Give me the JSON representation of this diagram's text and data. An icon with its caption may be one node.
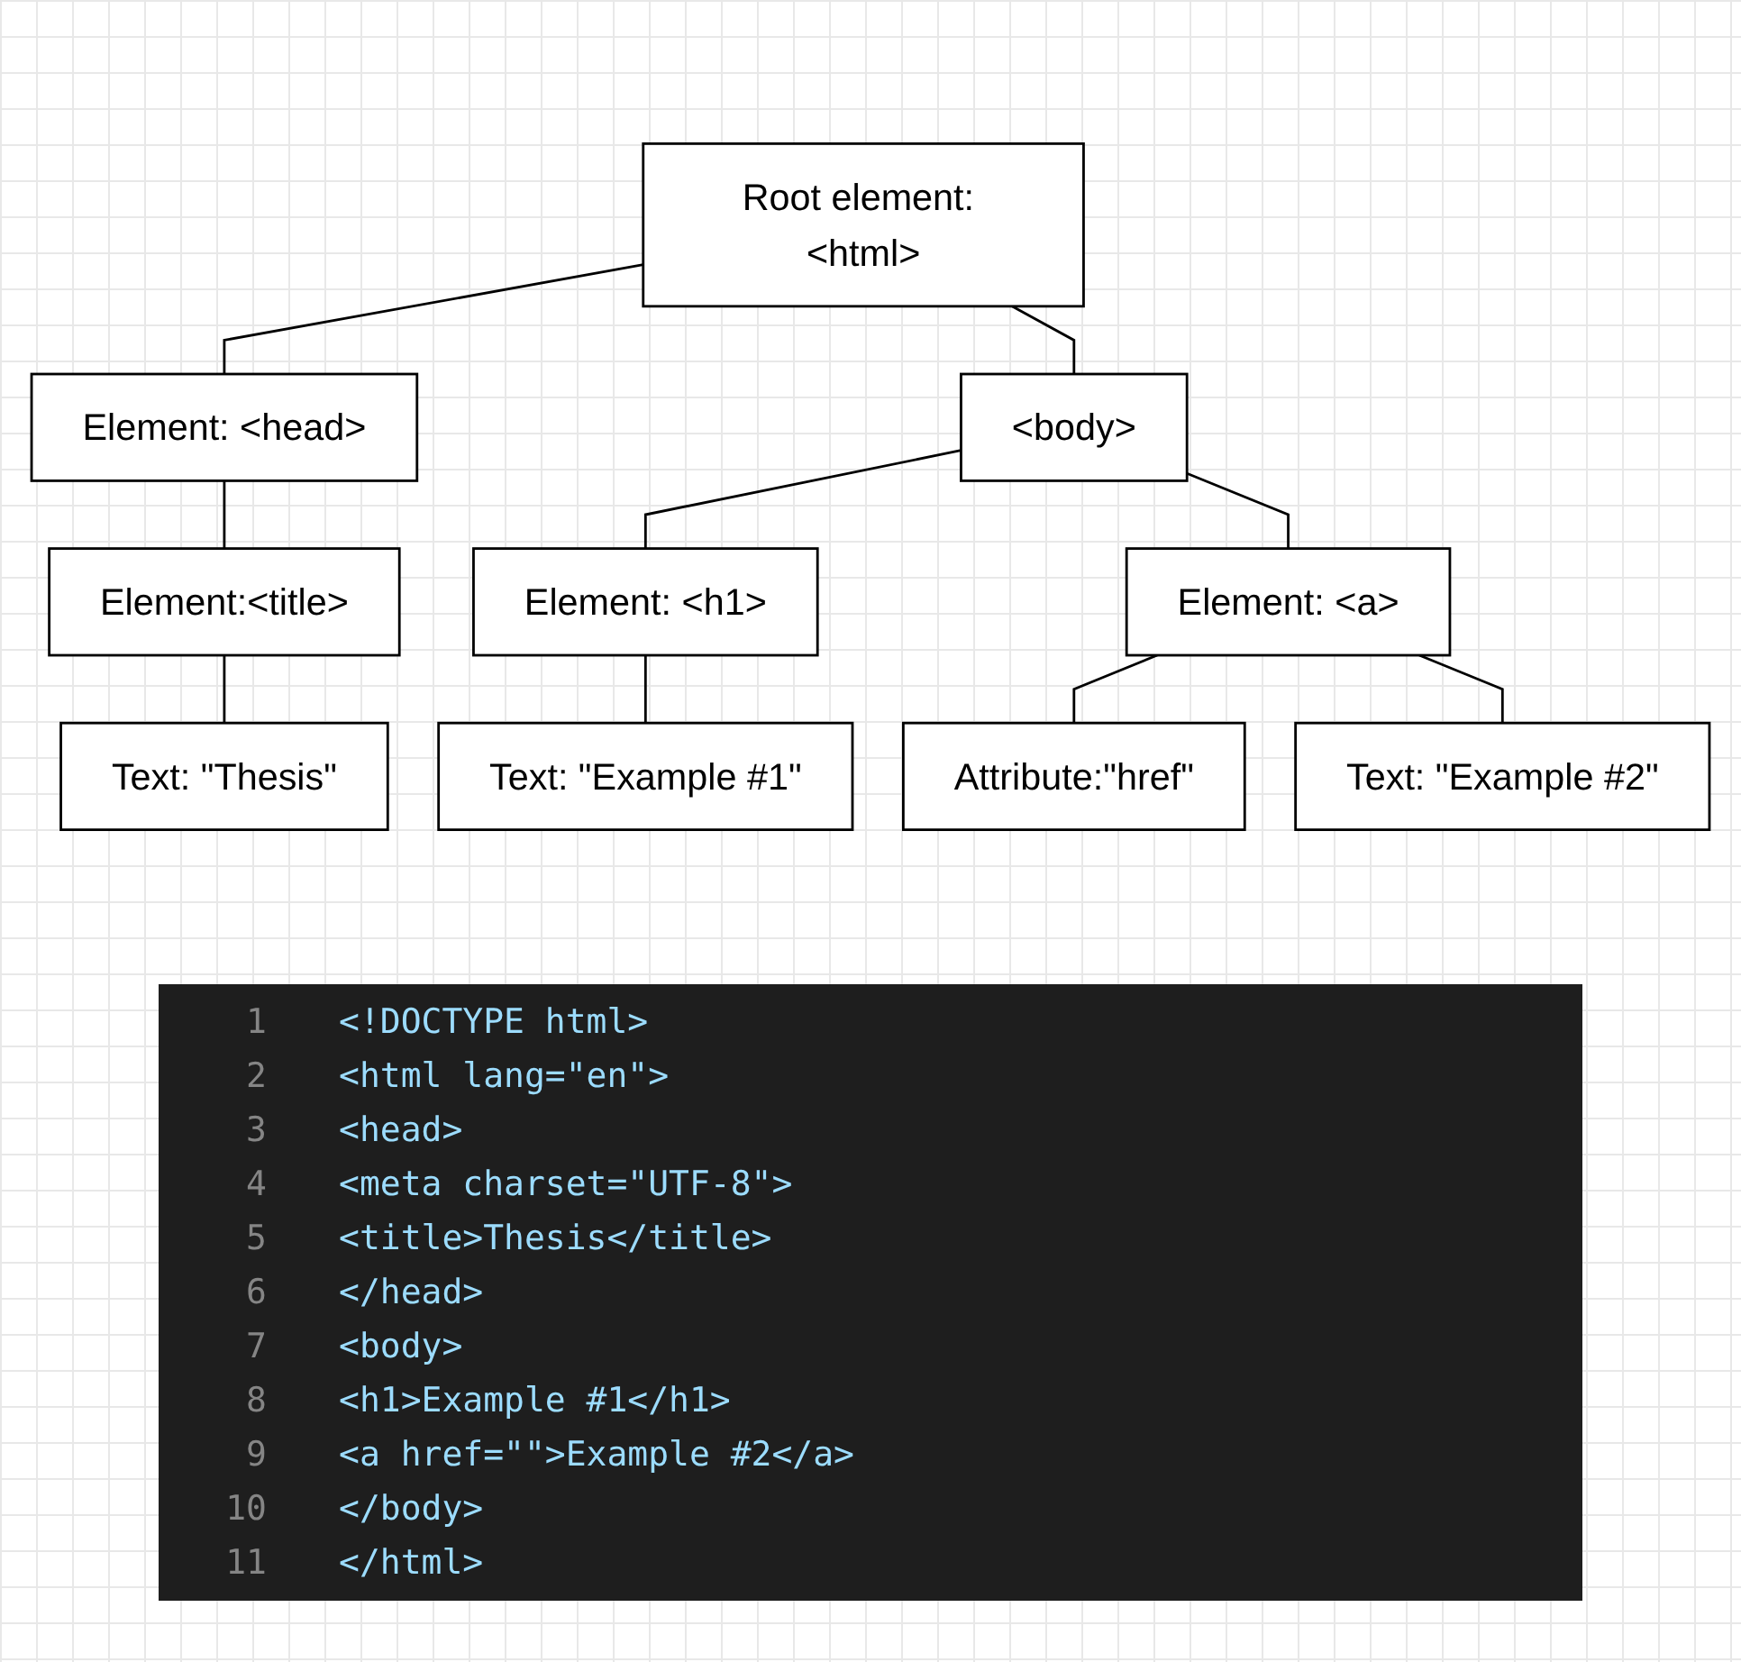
{
  "diagram": {
    "nodes": [
      {
        "text": [
          "Root element: <html>"
        ]
      },
      {
        "text": [
          "Element: <head>"
        ]
      },
      {
        "text": [
          "<body>"
        ]
      },
      {
        "text": [
          "Element:<title>"
        ]
      },
      {
        "text": [
          "Element: <h1>"
        ]
      },
      {
        "text": [
          "Element: <a>"
        ]
      },
      {
        "text": [
          "Attribute:\"href\""
        ]
      },
      {
        "text": [
          "Text: \"Thesis\""
        ]
      },
      {
        "text": [
          "Text: \"Example #1\""
        ]
      },
      {
        "text": [
          "Text: \"Example #2\""
        ]
      }
    ],
    "edges": [
      {
        "from": 0,
        "to": 1,
        "arrow": "none"
      },
      {
        "from": 0,
        "to": 2,
        "arrow": "none"
      },
      {
        "from": 1,
        "to": 3,
        "arrow": "none"
      },
      {
        "from": 2,
        "to": 4,
        "arrow": "none"
      },
      {
        "from": 2,
        "to": 5,
        "arrow": "none"
      },
      {
        "from": 5,
        "to": 6,
        "arrow": "none"
      },
      {
        "from": 3,
        "to": 7,
        "arrow": "none"
      },
      {
        "from": 4,
        "to": 8,
        "arrow": "none"
      },
      {
        "from": 5,
        "to": 9,
        "arrow": "none"
      }
    ],
    "labels": [
      "1",
      "<!DOCTYPE html>",
      "2",
      "<html lang=\"en\">",
      "3",
      "<head>",
      "4",
      "<meta charset=\"UTF-8\">",
      "5",
      "<title>Thesis</title>",
      "6",
      "</head>",
      "7",
      "<body>",
      "8",
      "<h1>Example #1</h1>",
      "9",
      "<a href=\"\">Example #2</a>",
      "10",
      "</body>",
      "11",
      "</html>"
    ]
  }
}
